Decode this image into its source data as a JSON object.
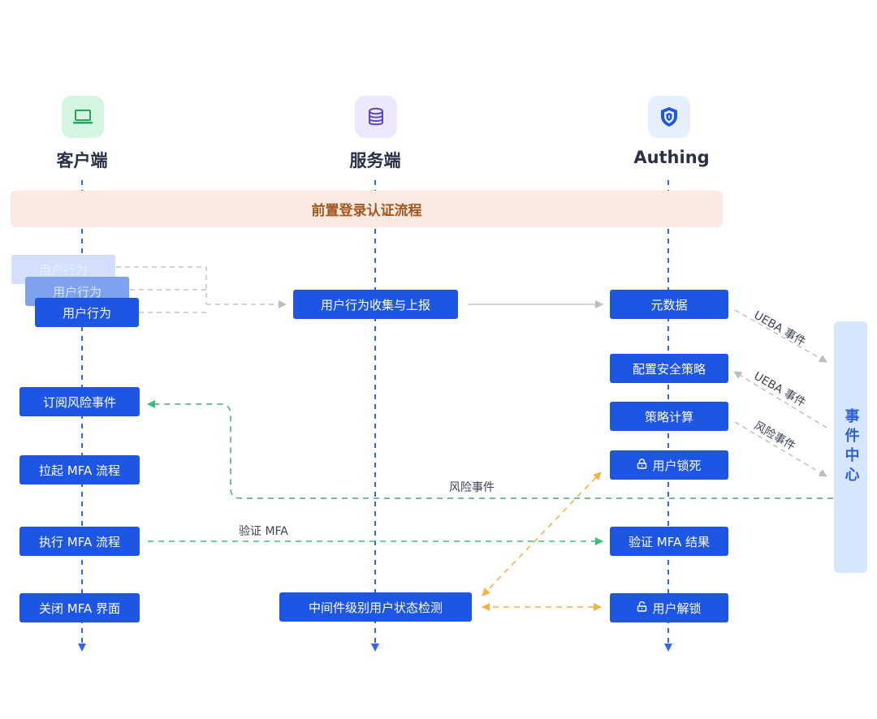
{
  "columns": [
    {
      "title": "客户端",
      "icon": "laptop-icon",
      "icon_bg": "#d4f5e2",
      "icon_color": "#21a65a"
    },
    {
      "title": "服务端",
      "icon": "database-icon",
      "icon_bg": "#ede8fd",
      "icon_color": "#5b49c4"
    },
    {
      "title": "Authing",
      "icon": "shield-icon",
      "icon_bg": "#e5effd",
      "icon_color": "#2356d8"
    }
  ],
  "banner": "前置登录认证流程",
  "client_steps": {
    "user_behavior": "用户行为",
    "subscribe_risk": "订阅风险事件",
    "launch_mfa": "拉起 MFA 流程",
    "execute_mfa": "执行 MFA 流程",
    "close_mfa": "关闭 MFA 界面"
  },
  "server_steps": {
    "collect_report": "用户行为收集与上报",
    "middleware_check": "中间件级别用户状态检测"
  },
  "authing_steps": {
    "metadata": "元数据",
    "config_policy": "配置安全策略",
    "policy_calc": "策略计算",
    "user_lock": "用户锁死",
    "verify_mfa_result": "验证 MFA 结果",
    "user_unlock": "用户解锁"
  },
  "event_center": "事件中心",
  "edge_labels": {
    "ueba_event_1": "UEBA 事件",
    "ueba_event_2": "UEBA 事件",
    "risk_event_diag": "风险事件",
    "risk_event": "风险事件",
    "verify_mfa": "验证 MFA"
  },
  "colors": {
    "lifeline": "#3366ee",
    "step_box": "#1d56e3",
    "flow_gray": "#bdbdbd",
    "flow_green": "#3cbf7c",
    "flow_teal": "#4aa684",
    "flow_orange": "#f0b445"
  }
}
